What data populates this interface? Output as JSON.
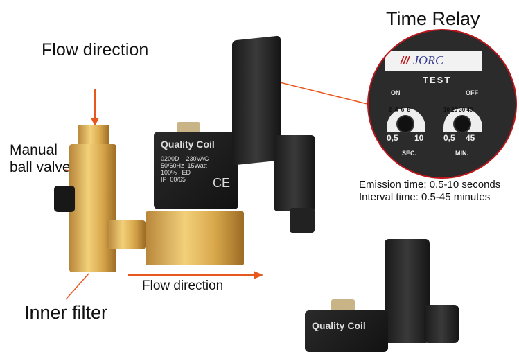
{
  "labels": {
    "time_relay": "Time Relay",
    "flow_direction_top": "Flow direction",
    "manual_ball_valve": "Manual\nball valve",
    "flow_direction_bottom": "Flow direction",
    "inner_filter": "Inner filter",
    "emission_time": "Emission time: 0.5-10 seconds",
    "interval_time": "Interval time: 0.5-45 minutes"
  },
  "relay_panel": {
    "brand": "JORC",
    "test": "TEST",
    "on": "ON",
    "off": "OFF",
    "sec_min": "0,5",
    "sec_max": "10",
    "sec_ticks": "2  4  6  8",
    "sec_unit": "SEC.",
    "min_min": "0,5",
    "min_max": "45",
    "min_ticks": "10 20 30 40",
    "min_unit": "MIN."
  },
  "coil": {
    "title": "Quality Coil",
    "line1": "0200D    230VAC",
    "line2": "50/60Hz  15Watt",
    "line3": "100%   ED",
    "line4": "IP  00/65",
    "ce": "CE",
    "title_bottom": "Quality Coil"
  },
  "colors": {
    "accent": "#e8571e",
    "circle_border": "#c0161b"
  }
}
